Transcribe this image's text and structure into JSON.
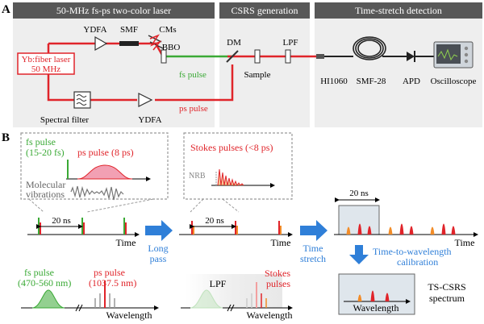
{
  "panelA": {
    "letter": "A",
    "sections": {
      "laser": "50-MHz fs-ps two-color laser",
      "csrs": "CSRS generation",
      "detection": "Time-stretch detection"
    },
    "labels": {
      "ydfa_top": "YDFA",
      "smf": "SMF",
      "cms": "CMs",
      "bbo": "BBO",
      "source_line1": "Yb:fiber laser",
      "source_line2": "50 MHz",
      "fs_pulse": "fs pulse",
      "ps_pulse": "ps pulse",
      "spectral_filter": "Spectral filter",
      "ydfa_bottom": "YDFA",
      "dm": "DM",
      "lpf": "LPF",
      "sample": "Sample",
      "hi1060": "HI1060",
      "smf28": "SMF-28",
      "apd": "APD",
      "oscilloscope": "Oscilloscope"
    }
  },
  "panelB": {
    "letter": "B",
    "box1": {
      "fs_line1": "fs pulse",
      "fs_line2": "(15-20 fs)",
      "ps": "ps pulse (8 ps)",
      "mol_line1": "Molecular",
      "mol_line2": "vibrations"
    },
    "box2": {
      "stokes": "Stokes pulses (<8 ps)",
      "nrb": "NRB"
    },
    "time_label": "Time",
    "interval": "20 ns",
    "arrow1_line1": "Long",
    "arrow1_line2": "pass",
    "arrow2_line1": "Time",
    "arrow2_line2": "stretch",
    "arrow3_line1": "Time-to-wavelength",
    "arrow3_line2": "calibration",
    "spec1": {
      "fs_line1": "fs pulse",
      "fs_line2": "(470-560 nm)",
      "ps_line1": "ps pulse",
      "ps_line2": "(1037.5 nm)",
      "axis": "Wavelength"
    },
    "spec2": {
      "lpf": "LPF",
      "stokes_line1": "Stokes",
      "stokes_line2": "pulses",
      "axis": "Wavelength"
    },
    "result": {
      "axis": "Wavelength",
      "title_line1": "TS-CSRS",
      "title_line2": "spectrum"
    }
  },
  "colors": {
    "red": "#e0242a",
    "green": "#3aa935",
    "orange": "#f28c28",
    "blue": "#2f7fd8",
    "pink": "#f2a0b3",
    "panel_bg": "#eeeeee",
    "header_bg": "#585858"
  }
}
